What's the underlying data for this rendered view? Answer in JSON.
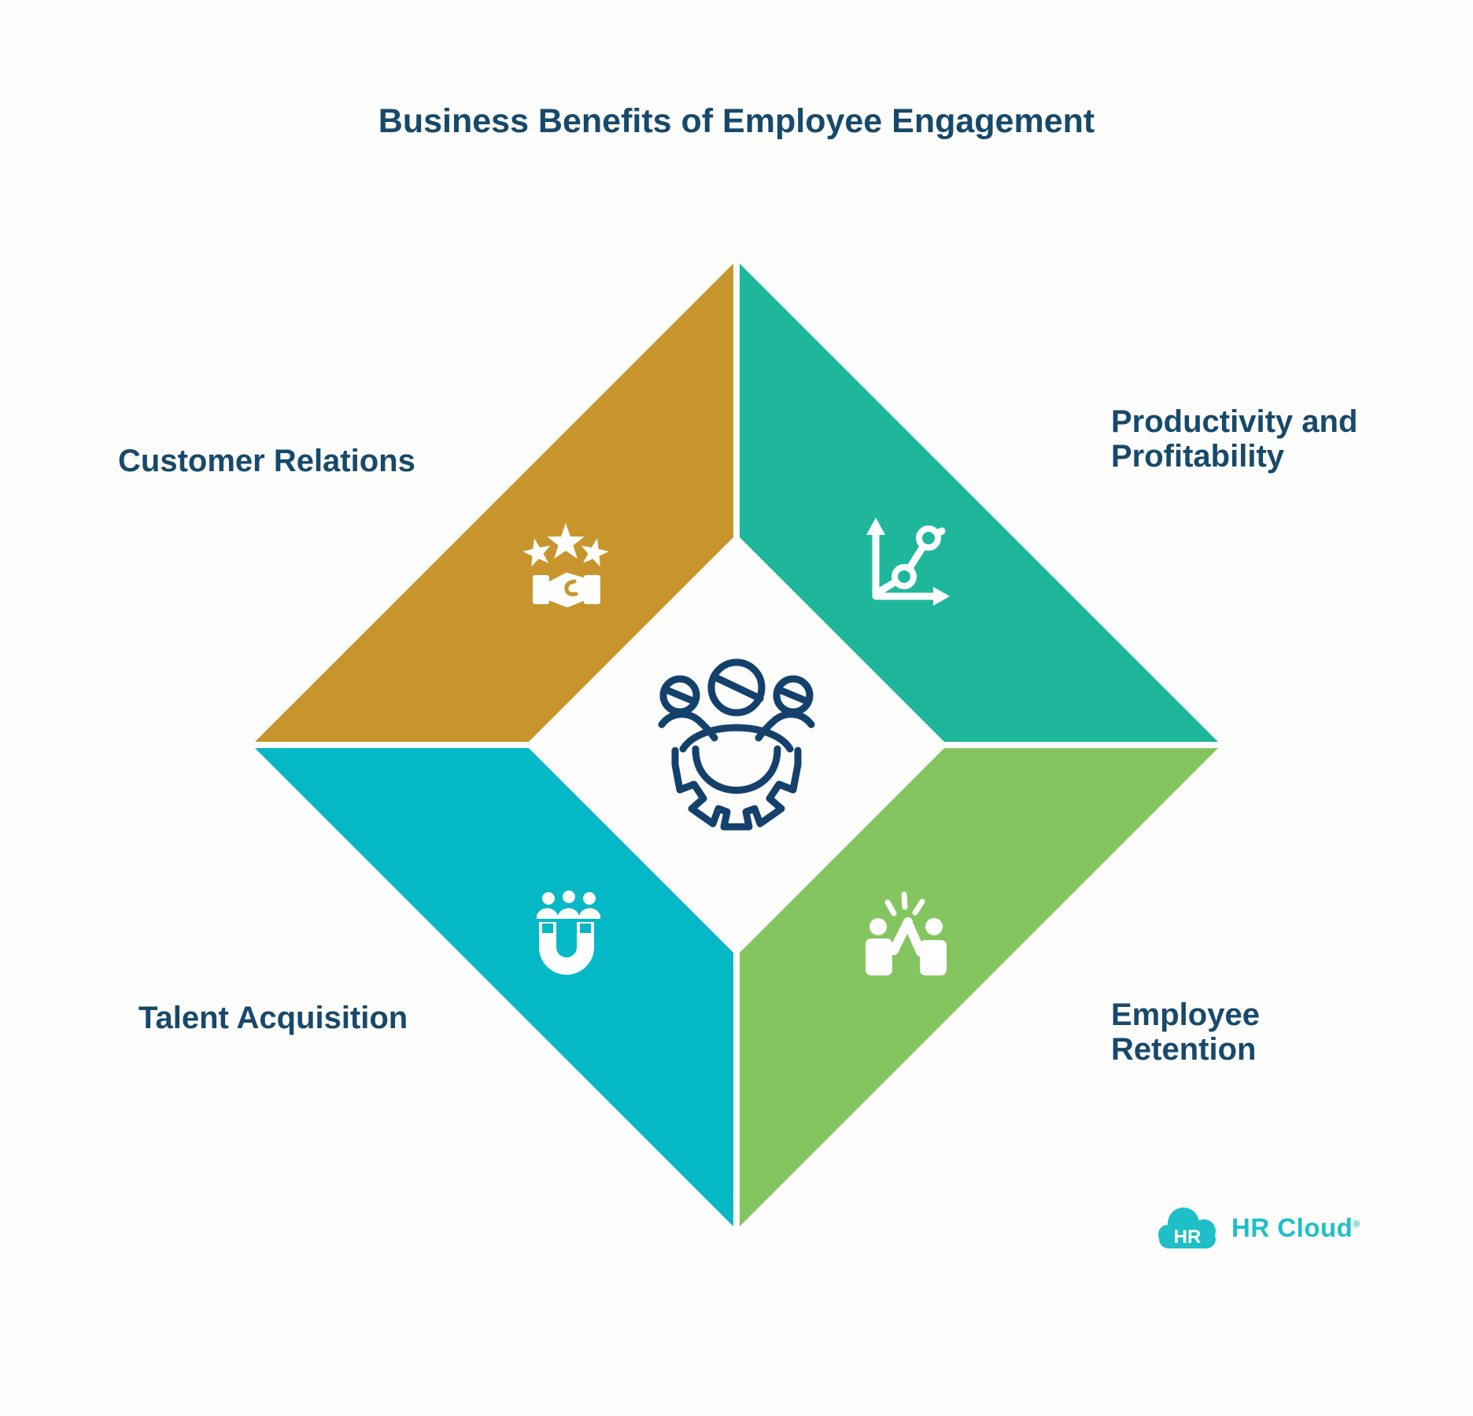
{
  "title": "Business Benefits of Employee Engagement",
  "colors": {
    "bg": "#FDFDFB",
    "navy": "#17496B",
    "icon_navy": "#14416B",
    "gold": "#C8952D",
    "teal": "#1FB79B",
    "cyan": "#05B8C5",
    "green": "#84C55F",
    "white": "#FFFFFF",
    "logo_teal": "#1FBFC8"
  },
  "segments": [
    {
      "id": "customer-relations",
      "label": "Customer Relations",
      "color": "#C8952D",
      "icon": "stars-handshake-icon",
      "position": "top-left"
    },
    {
      "id": "productivity-profitability",
      "label": "Productivity and\nProfitability",
      "color": "#1FB79B",
      "icon": "growth-chart-icon",
      "position": "top-right"
    },
    {
      "id": "talent-acquisition",
      "label": "Talent Acquisition",
      "color": "#05B8C5",
      "icon": "magnet-icon",
      "position": "bottom-left"
    },
    {
      "id": "employee-retention",
      "label": "Employee\nRetention",
      "color": "#84C55F",
      "icon": "high-five-icon",
      "position": "bottom-right"
    }
  ],
  "center": {
    "icon": "team-gear-icon"
  },
  "logo": {
    "badge_text": "HR",
    "brand_text": "HR Cloud",
    "registered_mark": "®"
  }
}
